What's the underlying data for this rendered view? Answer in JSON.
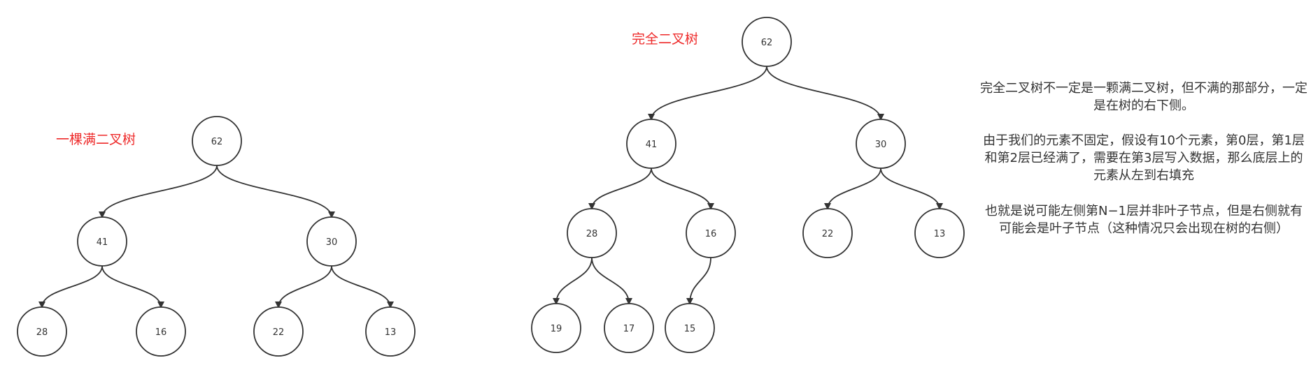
{
  "colors": {
    "accent": "#ee2a2a",
    "stroke": "#333333",
    "text": "#333333",
    "background": "#ffffff"
  },
  "full_tree": {
    "title": "一棵满二叉树",
    "nodes": [
      "62",
      "41",
      "30",
      "28",
      "16",
      "22",
      "13"
    ]
  },
  "complete_tree": {
    "title": "完全二叉树",
    "nodes": [
      "62",
      "41",
      "30",
      "28",
      "16",
      "22",
      "13",
      "19",
      "17",
      "15"
    ]
  },
  "notes": {
    "p1": "完全二叉树不一定是一颗满二叉树，但不满的那部分，一定是在树的右下侧。",
    "p2": "由于我们的元素不固定，假设有10个元素，第0层，第1层和第2层已经满了，需要在第3层写入数据，那么底层上的元素从左到右填充",
    "p3": "也就是说可能左侧第N−1层并非叶子节点，但是右侧就有可能会是叶子节点（这种情况只会出现在树的右侧）"
  }
}
